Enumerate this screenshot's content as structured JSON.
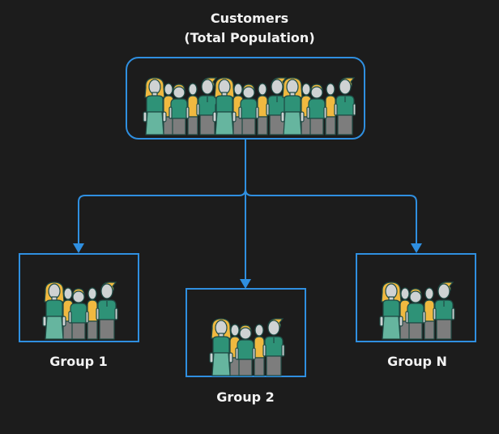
{
  "root": {
    "title_line1": "Customers",
    "title_line2": "(Total Population)",
    "icon": "crowd-icon",
    "people_count": 15
  },
  "groups": [
    {
      "label": "Group 1",
      "icon": "group-people-icon"
    },
    {
      "label": "Group 2",
      "icon": "group-people-icon"
    },
    {
      "label": "Group N",
      "icon": "group-people-icon"
    }
  ],
  "colors": {
    "background": "#1c1c1c",
    "accent": "#2f8fe0",
    "text": "#f2f2f2",
    "shirt": "#2e9277",
    "skirt": "#66b59f",
    "hair": "#f0b940",
    "skin": "#cfd2d3",
    "pants": "#7d7d7d",
    "outline": "#1f4a44"
  }
}
